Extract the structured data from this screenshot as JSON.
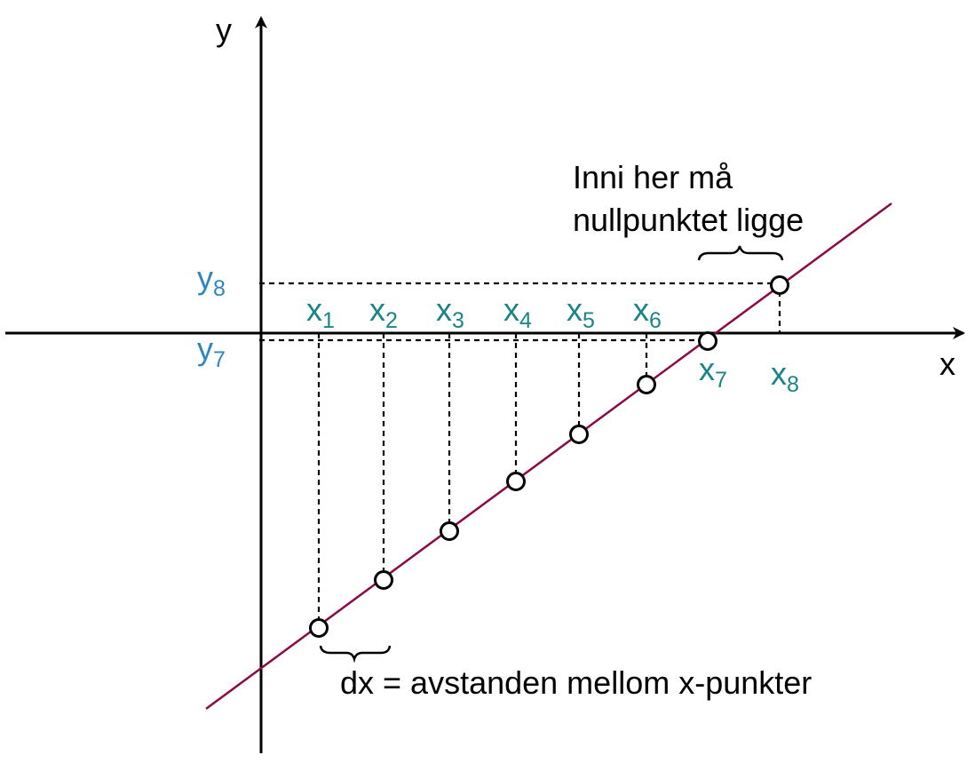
{
  "axes": {
    "x_label": "x",
    "y_label": "y"
  },
  "x_points": [
    {
      "base": "x",
      "sub": "1"
    },
    {
      "base": "x",
      "sub": "2"
    },
    {
      "base": "x",
      "sub": "3"
    },
    {
      "base": "x",
      "sub": "4"
    },
    {
      "base": "x",
      "sub": "5"
    },
    {
      "base": "x",
      "sub": "6"
    },
    {
      "base": "x",
      "sub": "7"
    },
    {
      "base": "x",
      "sub": "8"
    }
  ],
  "y_points": [
    {
      "base": "y",
      "sub": "8"
    },
    {
      "base": "y",
      "sub": "7"
    }
  ],
  "annotations": {
    "root_interval_line1": "Inni her må",
    "root_interval_line2": "nullpunktet ligge",
    "dx_text": "dx = avstanden mellom x-punkter"
  },
  "colors": {
    "line": "#8b0a45",
    "x_labels": "#1a8585",
    "y_labels": "#2d86c0",
    "axes": "#000000"
  }
}
